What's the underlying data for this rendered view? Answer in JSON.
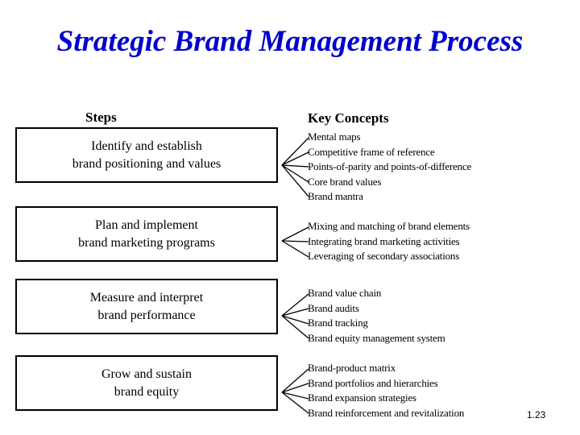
{
  "title": "Strategic Brand Management Process",
  "columns": {
    "steps": "Steps",
    "concepts": "Key Concepts"
  },
  "steps": [
    {
      "lines": [
        "Identify and establish",
        "brand positioning and values"
      ]
    },
    {
      "lines": [
        "Plan and implement",
        "brand marketing programs"
      ]
    },
    {
      "lines": [
        "Measure and interpret",
        "brand performance"
      ]
    },
    {
      "lines": [
        "Grow and sustain",
        "brand equity"
      ]
    }
  ],
  "concepts": [
    [
      "Mental maps",
      "Competitive frame of reference",
      "Points-of-parity and points-of-difference",
      "Core brand values",
      "Brand mantra"
    ],
    [
      "Mixing and matching of brand elements",
      "Integrating brand marketing activities",
      "Leveraging of secondary associations"
    ],
    [
      "Brand value chain",
      "Brand audits",
      "Brand tracking",
      "Brand equity management system"
    ],
    [
      "Brand-product matrix",
      "Brand portfolios and hierarchies",
      "Brand expansion strategies",
      "Brand reinforcement and revitalization"
    ]
  ],
  "page_number": "1.23",
  "colors": {
    "title": "#0000cc",
    "border": "#000000",
    "background": "#ffffff"
  }
}
